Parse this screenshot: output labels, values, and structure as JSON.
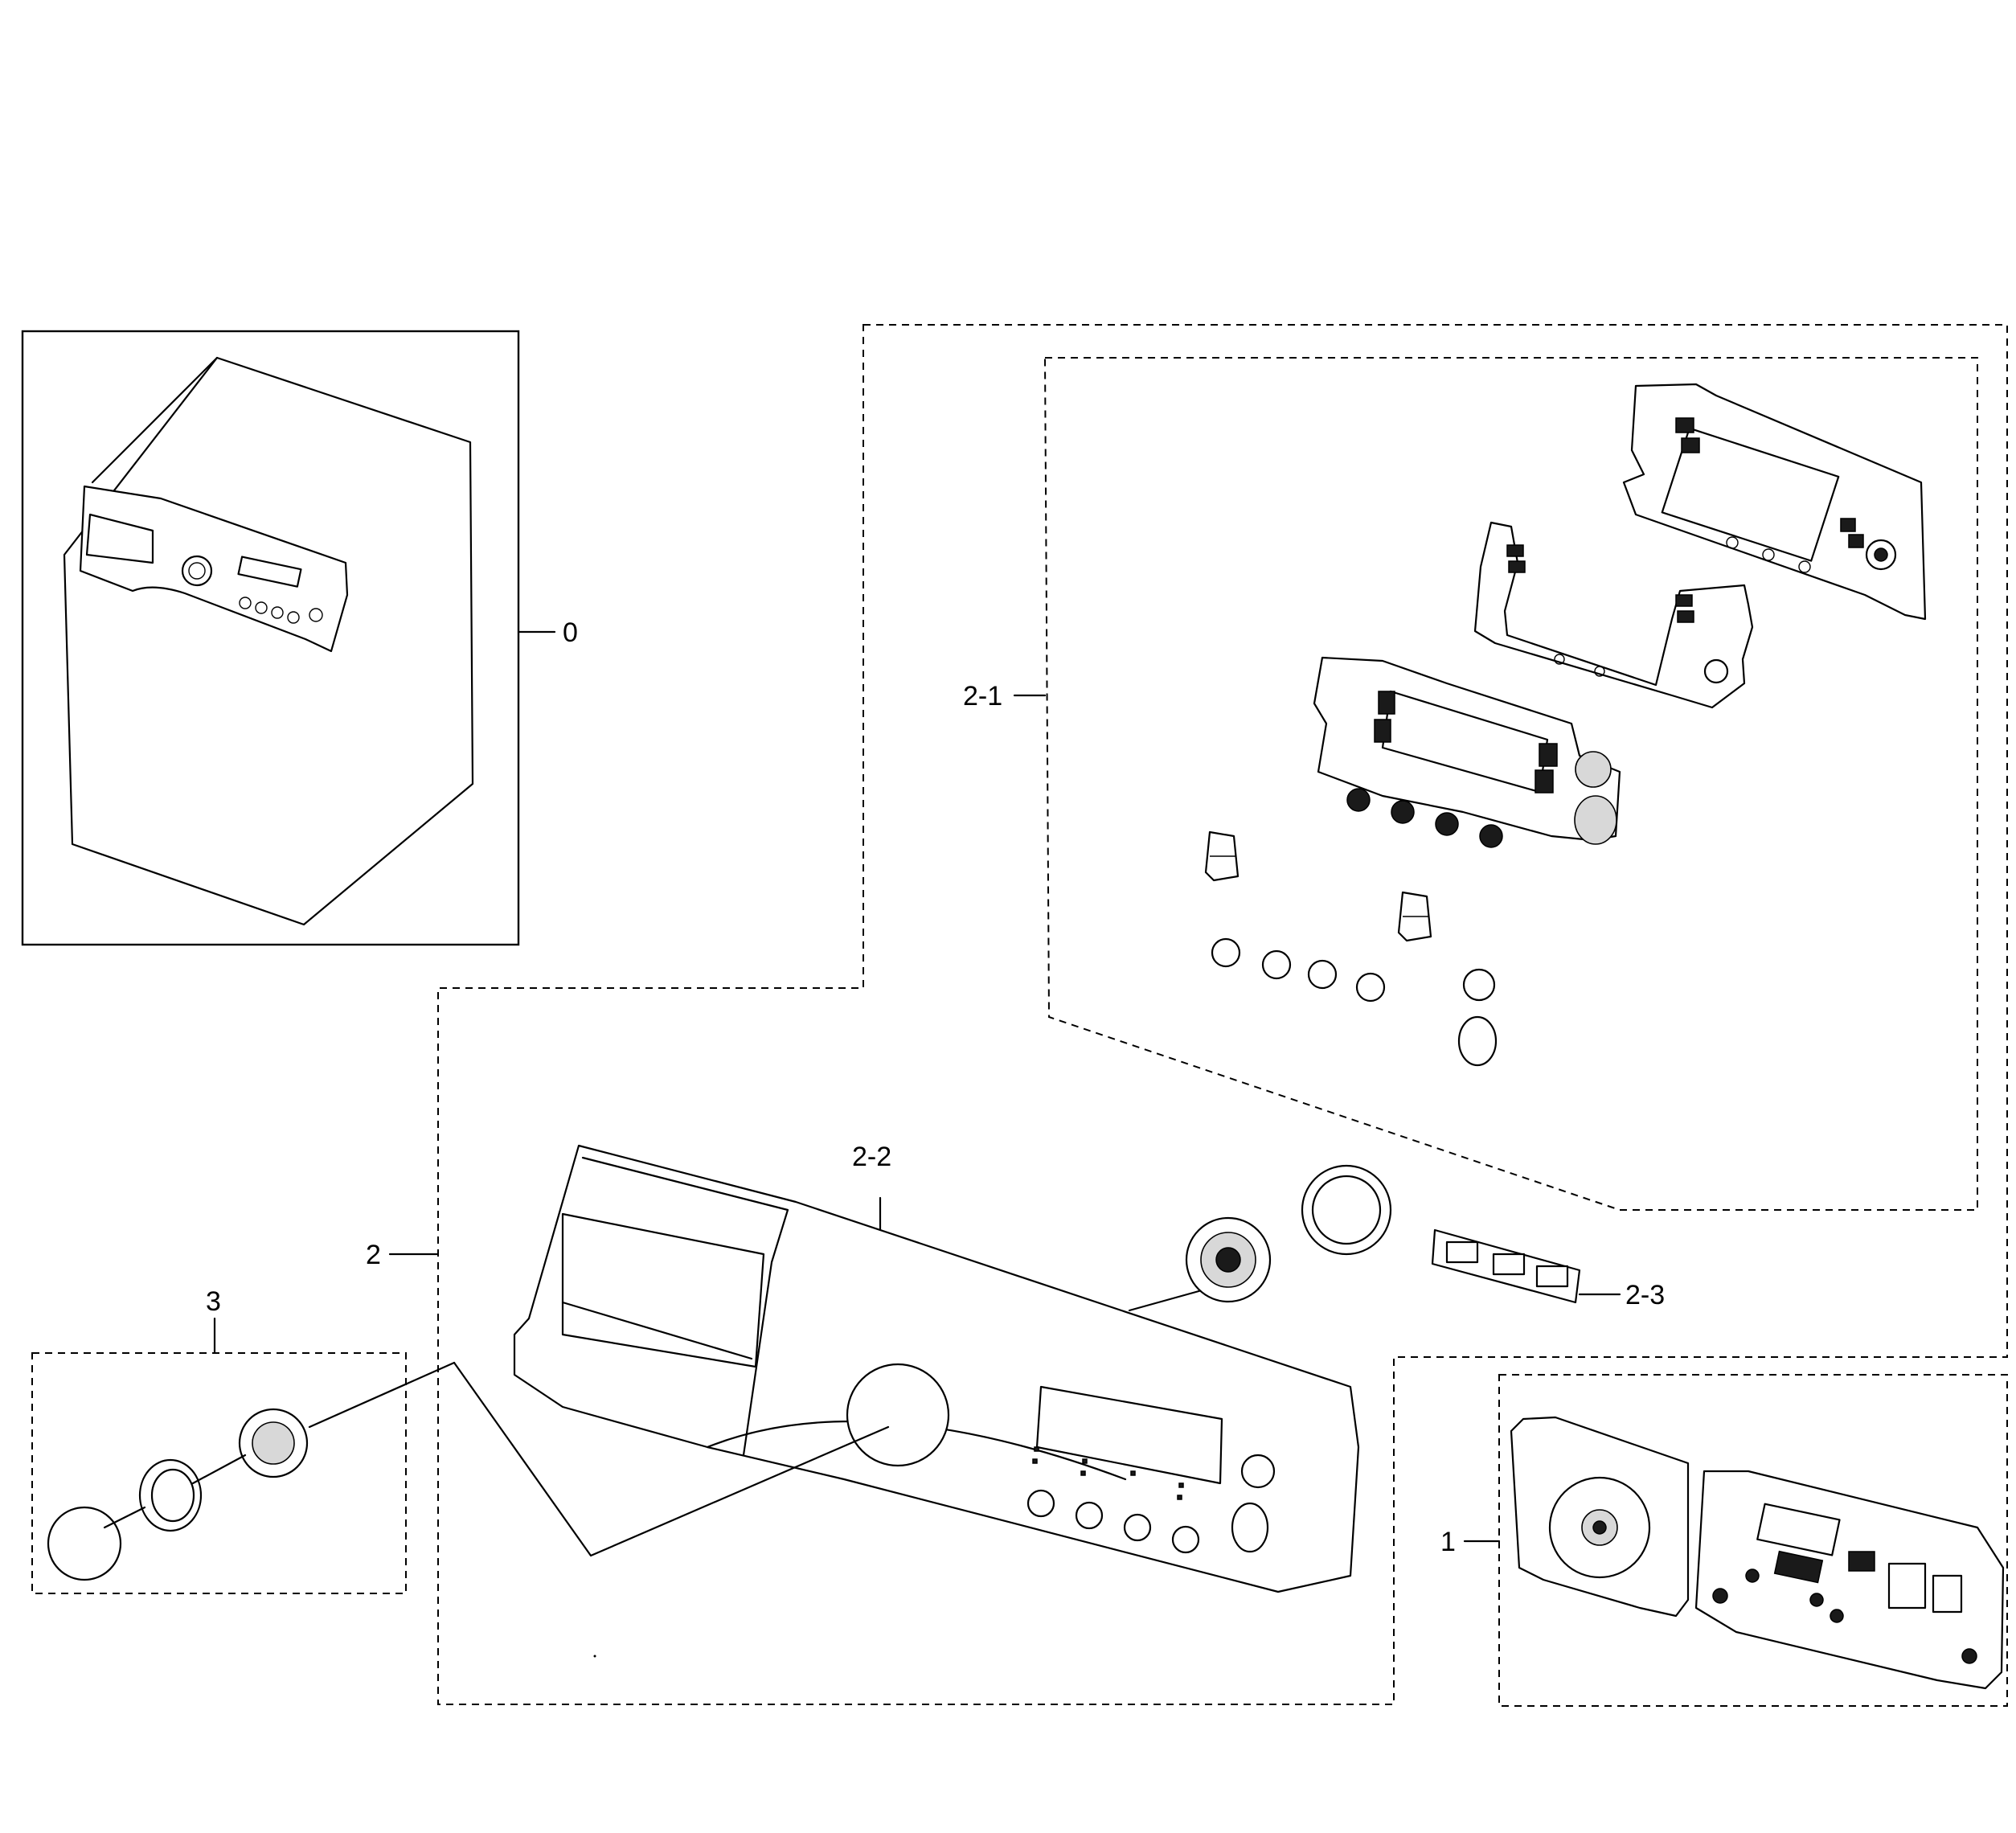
{
  "callouts": {
    "c0": "0",
    "c1": "1",
    "c2": "2",
    "c2_1": "2-1",
    "c2_2": "2-2",
    "c2_3": "2-3",
    "c3": "3"
  },
  "style": {
    "line_color": "#000000",
    "background": "#ffffff"
  }
}
